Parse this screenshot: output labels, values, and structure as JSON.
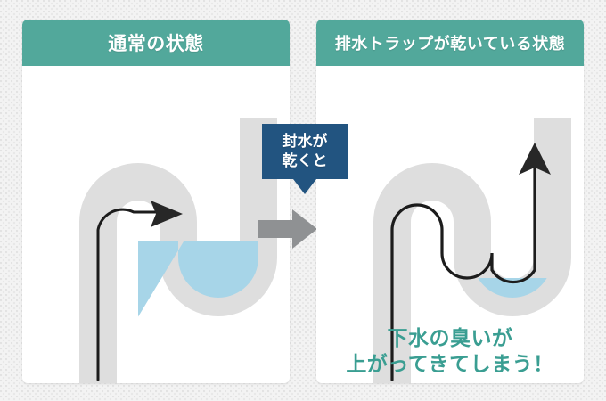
{
  "panels": [
    {
      "id": "normal",
      "title": "通常の状態",
      "state": "sealed",
      "water_level": "full",
      "flow_arrow": "blocked-upward-curve"
    },
    {
      "id": "dry",
      "title": "排水トラップが乾いている状態",
      "state": "dry",
      "water_level": "low",
      "flow_arrow": "escaping-upward",
      "caption": {
        "line1": "下水の臭いが",
        "line2": "上がってきてしまう！"
      }
    }
  ],
  "callout": {
    "line1": "封水が",
    "line2": "乾くと"
  },
  "transition": {
    "icon": "right-arrow-icon"
  },
  "colors": {
    "header_teal": "#52a89b",
    "caption_teal": "#3a9e92",
    "callout_navy": "#225480",
    "pipe_gray": "#dedede",
    "water_blue": "#a7d5e8",
    "arrow_gray": "#8f9193",
    "flow_line": "#1c1c1c",
    "panel_white": "#ffffff",
    "page_background": "#f3f3f3"
  }
}
